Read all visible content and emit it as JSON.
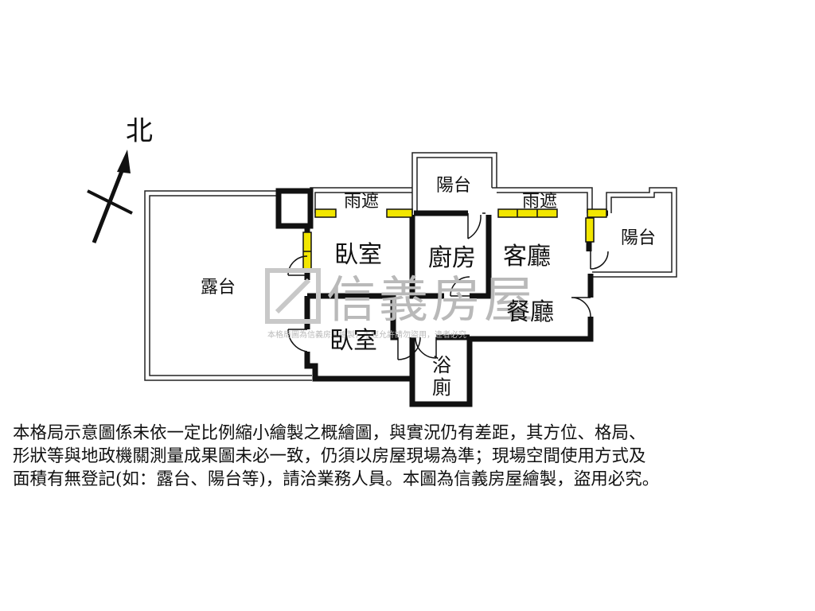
{
  "compass": {
    "north_label": "北"
  },
  "rooms": {
    "terrace": "露台",
    "canopy_left": "雨遮",
    "canopy_right": "雨遮",
    "balcony_top": "陽台",
    "balcony_right": "陽台",
    "bedroom_1": "臥室",
    "bedroom_2": "臥室",
    "kitchen": "廚房",
    "living_room": "客廳",
    "dining_room": "餐廳",
    "bath_line1": "浴",
    "bath_line2": "廁"
  },
  "watermark": {
    "brand": "信義房屋",
    "notice": "本格局圖為信義房屋繪製，未經允許請勿盜用，違者必究"
  },
  "disclaimer": {
    "line1": "本格局示意圖係未依一定比例縮小繪製之概繪圖，與實況仍有差距，其方位、格局、",
    "line2": "形狀等與地政機關測量成果圖未必一致，仍須以房屋現場為準；現場空間使用方式及",
    "line3": "面積有無登記(如：露台、陽台等)，請洽業務人員。本圖為信義房屋繪製，盜用必究。"
  },
  "colors": {
    "wall": "#111111",
    "window": "#f2e600",
    "watermark": "#b9b9b9"
  }
}
